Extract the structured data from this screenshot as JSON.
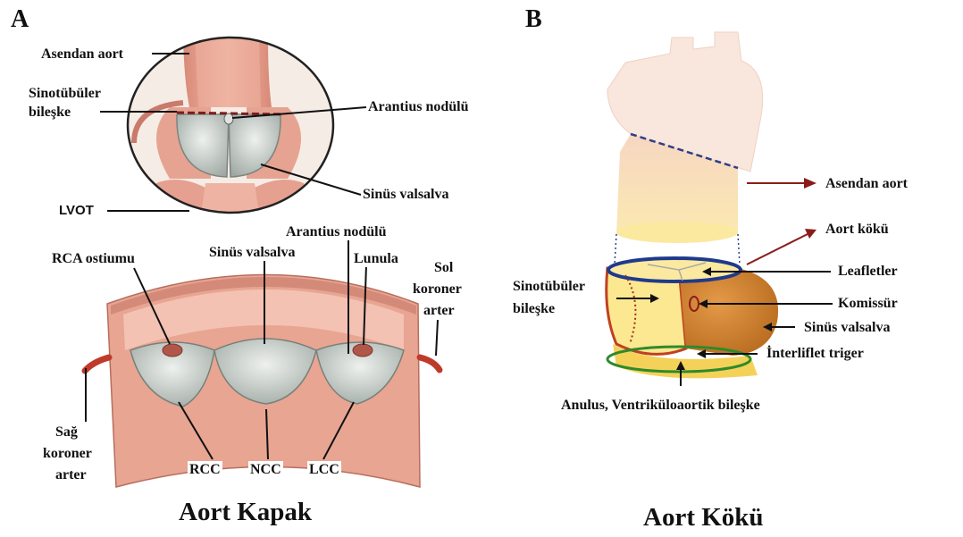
{
  "panel_a": {
    "letter": "A",
    "caption": "Aort Kapak",
    "labels": {
      "ascending_aorta": "Asendan aort",
      "stj_line1": "Sinotübüler",
      "stj_line2": "bileşke",
      "arantius_top": "Arantius nodülü",
      "sinus_top": "Sinüs valsalva",
      "lvot": "LVOT",
      "arantius_bottom": "Arantius nodülü",
      "sinus_bottom": "Sinüs valsalva",
      "rca_ostium": "RCA ostiumu",
      "lunula": "Lunula",
      "left_cor_1": "Sol",
      "left_cor_2": "koroner",
      "left_cor_3": "arter",
      "right_cor_1": "Sağ",
      "right_cor_2": "koroner",
      "right_cor_3": "arter",
      "rcc": "RCC",
      "ncc": "NCC",
      "lcc": "LCC"
    }
  },
  "panel_b": {
    "letter": "B",
    "caption": "Aort Kökü",
    "labels": {
      "ascending_aorta": "Asendan aort",
      "aortic_root": "Aort kökü",
      "leaflets": "Leafletler",
      "stj_line1": "Sinotübüler",
      "stj_line2": "bileşke",
      "commissure": "Komissür",
      "sinus": "Sinüs valsalva",
      "interleaflet": "İnterliflet triger",
      "annulus": "Anulus, Ventriküloaortik bileşke"
    }
  },
  "colors": {
    "vessel_pink": "#e9a898",
    "vessel_dark": "#c97a6a",
    "leaflet_grey": "#c9d0cb",
    "root_yellow": "#f7e28a",
    "sinus_orange": "#d4802e",
    "arrow_red": "#8a1c1c",
    "ring_blue": "#1f3a8c"
  }
}
